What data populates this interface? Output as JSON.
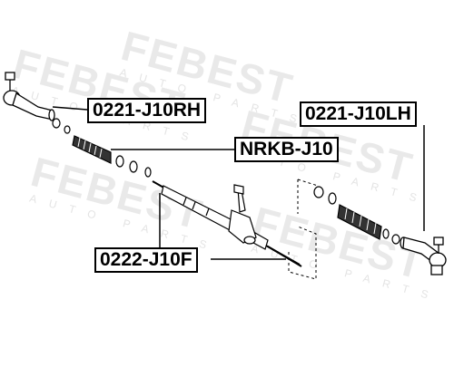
{
  "watermark": {
    "brand": "FEBEST",
    "sub": "AUTO PARTS"
  },
  "labels": {
    "tie_rod_end_rh": "0221-J10RH",
    "tie_rod_end_lh": "0221-J10LH",
    "boot_kit": "NRKB-J10",
    "tie_rod": "0222-J10F"
  }
}
